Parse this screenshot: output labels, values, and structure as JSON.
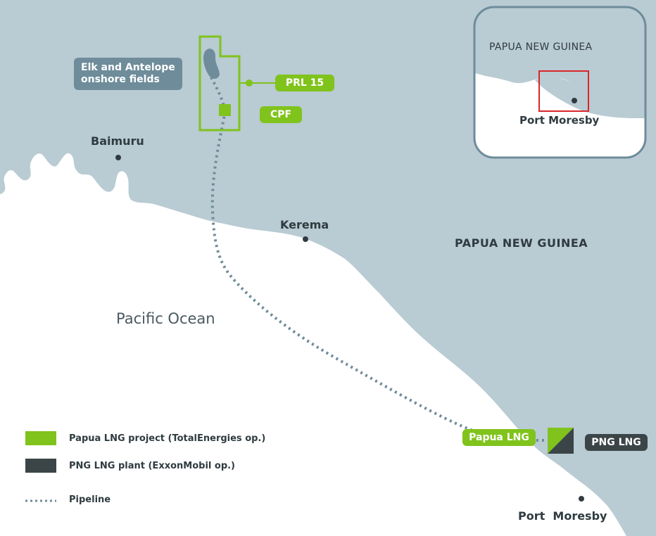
{
  "colors": {
    "land": "#b9cbd3",
    "ocean": "#ffffff",
    "green": "#80c31c",
    "dark": "#3b4548",
    "pipeline": "#6e8c9a",
    "field_box": "#6e8c9a",
    "inset_highlight": "#d9262a"
  },
  "places": {
    "baimuru": "Baimuru",
    "kerema": "Kerema",
    "country": "PAPUA NEW GUINEA",
    "ocean": "Pacific Ocean",
    "port_moresby": "Port  Moresby"
  },
  "callouts": {
    "fields_line1": "Elk and Antelope",
    "fields_line2": "onshore fields",
    "prl15": "PRL 15",
    "cpf": "CPF",
    "papua_lng": "Papua LNG",
    "png_lng": "PNG LNG"
  },
  "inset": {
    "country": "PAPUA NEW GUINEA",
    "city": "Port Moresby"
  },
  "legend": [
    {
      "label": "Papua LNG project (TotalEnergies op.)",
      "color": "#80c31c"
    },
    {
      "label": "PNG LNG plant (ExxonMobil op.)",
      "color": "#3b4548"
    },
    {
      "label": "Pipeline",
      "color": "#6e8c9a"
    }
  ]
}
